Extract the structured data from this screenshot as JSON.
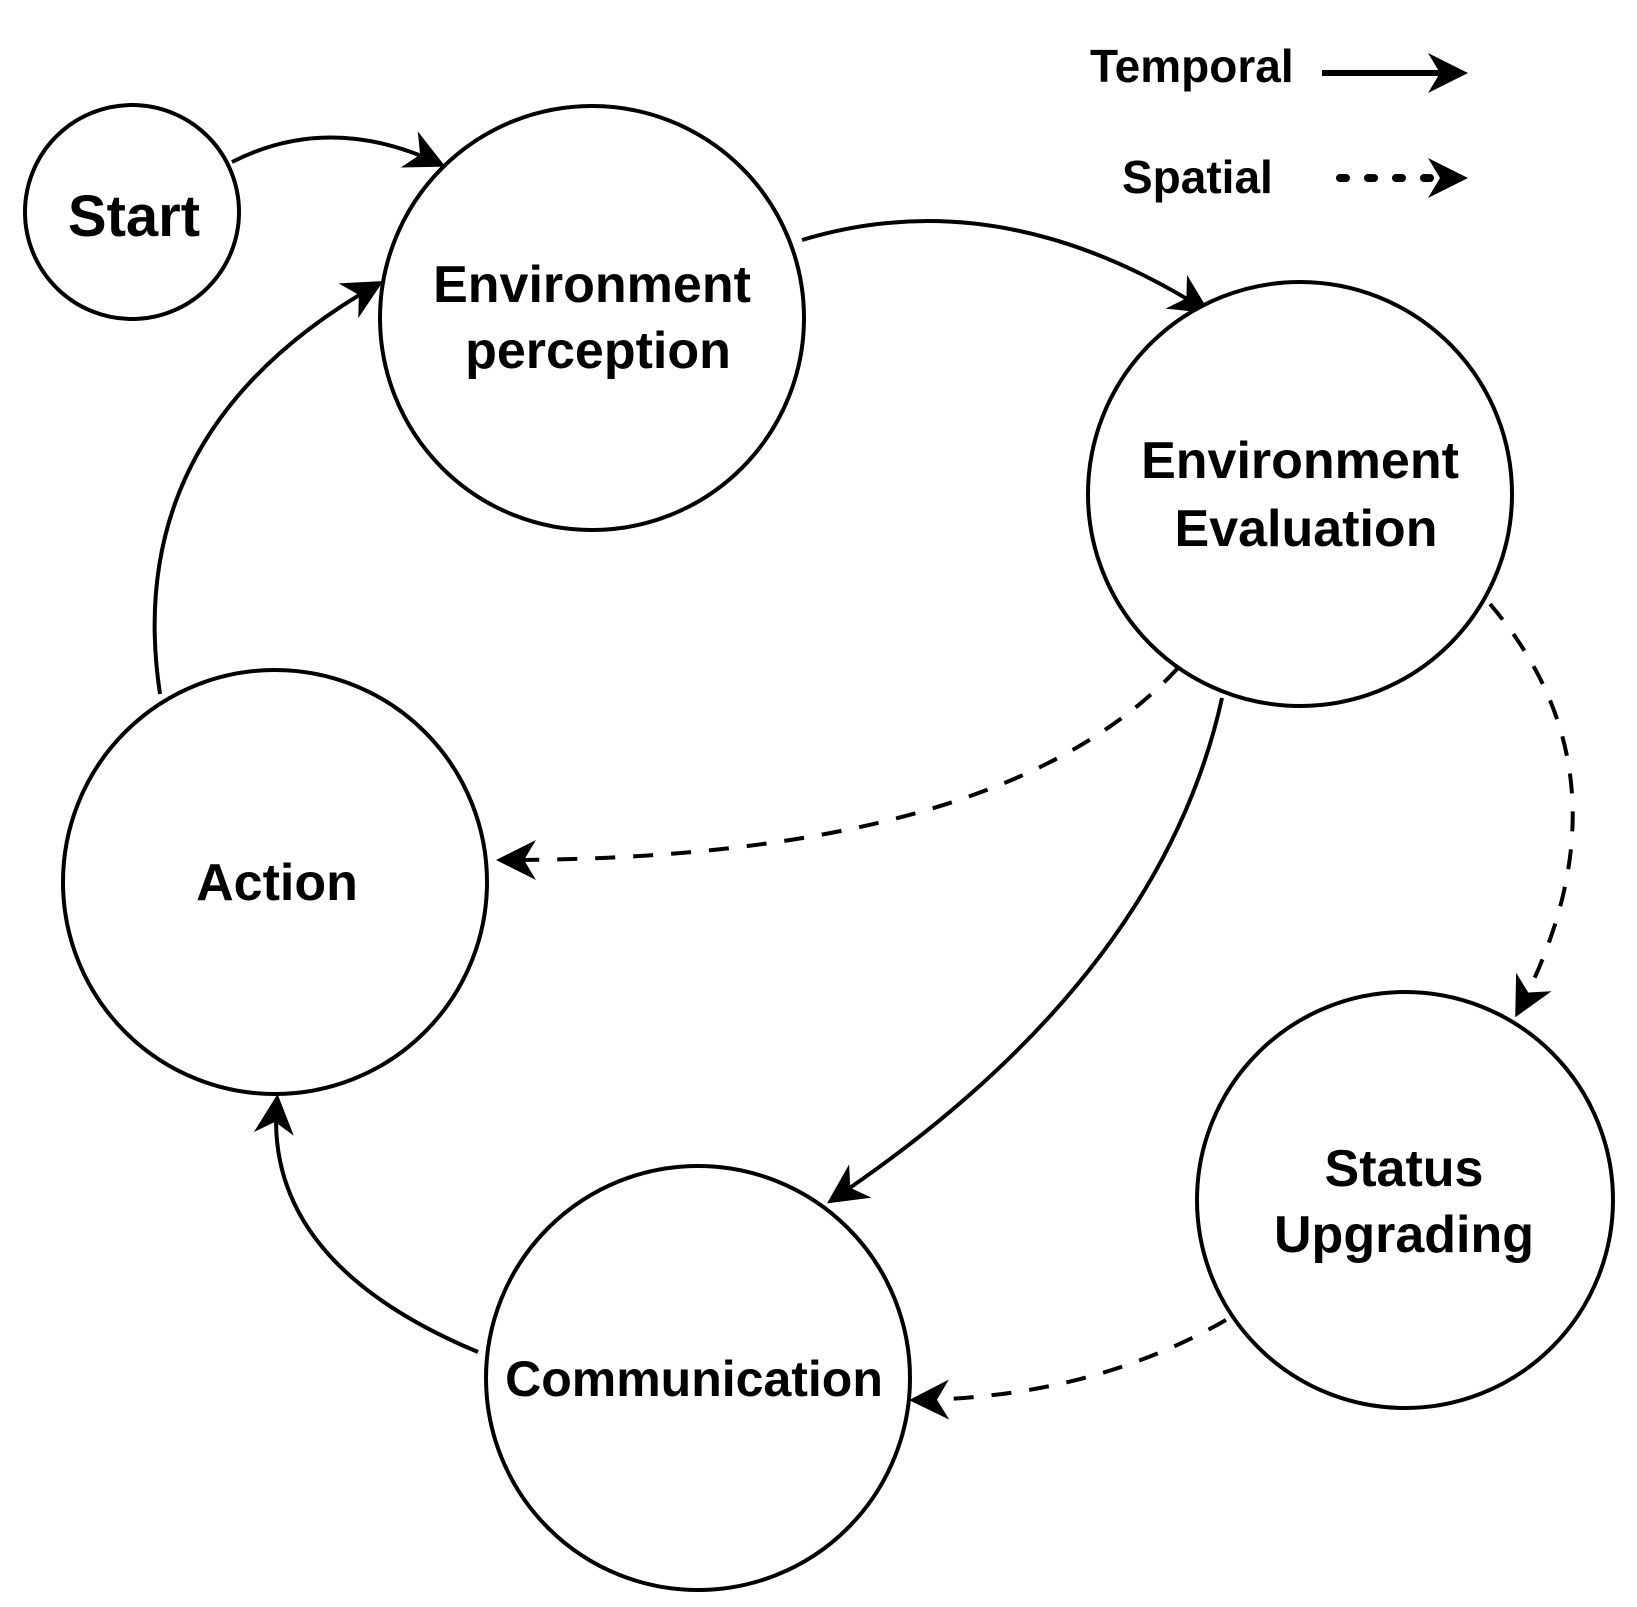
{
  "legend": {
    "temporal": "Temporal",
    "spatial": "Spatial"
  },
  "nodes": {
    "start": {
      "line1": "Start"
    },
    "perception": {
      "line1": "Environment",
      "line2": "perception"
    },
    "evaluation": {
      "line1": "Environment",
      "line2": "Evaluation"
    },
    "status": {
      "line1": "Status",
      "line2": "Upgrading"
    },
    "communication": {
      "line1": "Communication"
    },
    "action": {
      "line1": "Action"
    }
  },
  "edges": [
    {
      "from": "start",
      "to": "perception",
      "type": "temporal"
    },
    {
      "from": "perception",
      "to": "evaluation",
      "type": "temporal"
    },
    {
      "from": "evaluation",
      "to": "communication",
      "type": "temporal"
    },
    {
      "from": "communication",
      "to": "action",
      "type": "temporal"
    },
    {
      "from": "action",
      "to": "perception",
      "type": "temporal"
    },
    {
      "from": "evaluation",
      "to": "action",
      "type": "spatial"
    },
    {
      "from": "evaluation",
      "to": "status",
      "type": "spatial"
    },
    {
      "from": "status",
      "to": "communication",
      "type": "spatial"
    }
  ],
  "colors": {
    "stroke": "#000000",
    "background": "#ffffff"
  }
}
